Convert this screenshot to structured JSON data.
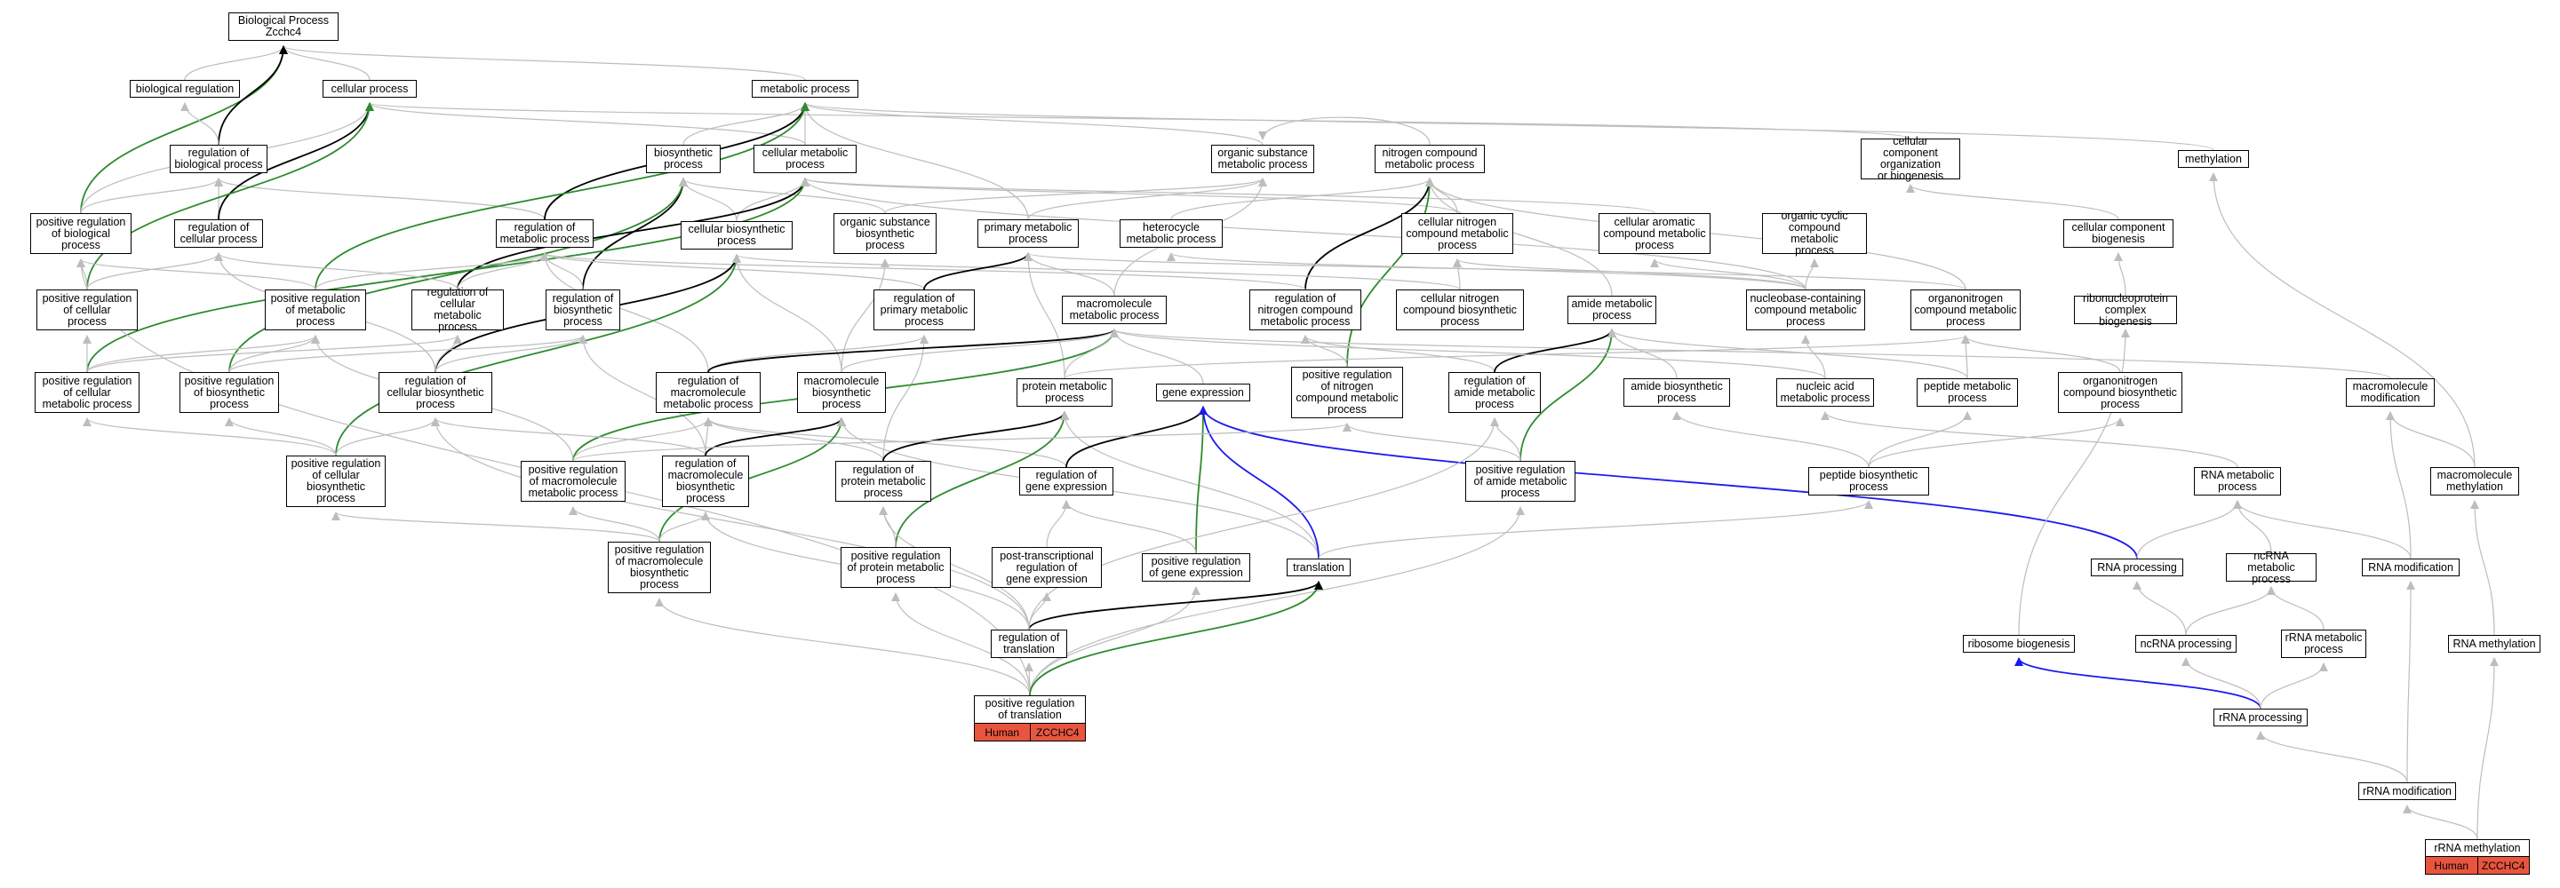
{
  "nodes": [
    {
      "id": "bp",
      "label": "Biological Process\nZcchc4"
    },
    {
      "id": "bioreg",
      "label": "biological regulation"
    },
    {
      "id": "cellproc",
      "label": "cellular process"
    },
    {
      "id": "metproc",
      "label": "metabolic process"
    },
    {
      "id": "regbio",
      "label": "regulation of\nbiological process"
    },
    {
      "id": "biosyn",
      "label": "biosynthetic\nprocess"
    },
    {
      "id": "cellmet",
      "label": "cellular metabolic\nprocess"
    },
    {
      "id": "orgsubmet",
      "label": "organic substance\nmetabolic process"
    },
    {
      "id": "nitromet",
      "label": "nitrogen compound\nmetabolic process"
    },
    {
      "id": "ccorg",
      "label": "cellular component\norganization\nor biogenesis"
    },
    {
      "id": "methyl",
      "label": "methylation"
    },
    {
      "id": "posregbio",
      "label": "positive regulation\nof biological\nprocess"
    },
    {
      "id": "regcell",
      "label": "regulation of\ncellular process"
    },
    {
      "id": "regmet",
      "label": "regulation of\nmetabolic process"
    },
    {
      "id": "cellbiosyn",
      "label": "cellular biosynthetic\nprocess"
    },
    {
      "id": "orgsubbiosyn",
      "label": "organic substance\nbiosynthetic\nprocess"
    },
    {
      "id": "primmet",
      "label": "primary metabolic\nprocess"
    },
    {
      "id": "hetmet",
      "label": "heterocycle\nmetabolic process"
    },
    {
      "id": "cellnitro",
      "label": "cellular nitrogen\ncompound metabolic\nprocess"
    },
    {
      "id": "cellarom",
      "label": "cellular aromatic\ncompound metabolic\nprocess"
    },
    {
      "id": "orgcyc",
      "label": "organic cyclic\ncompound metabolic\nprocess"
    },
    {
      "id": "ccbiog",
      "label": "cellular component\nbiogenesis"
    },
    {
      "id": "posregcell",
      "label": "positive regulation\nof cellular\nprocess"
    },
    {
      "id": "posregmet",
      "label": "positive regulation\nof metabolic\nprocess"
    },
    {
      "id": "regcellmet",
      "label": "regulation of\ncellular metabolic\nprocess"
    },
    {
      "id": "regbiosyn",
      "label": "regulation of\nbiosynthetic\nprocess"
    },
    {
      "id": "regprimmet",
      "label": "regulation of\nprimary metabolic\nprocess"
    },
    {
      "id": "macromet",
      "label": "macromolecule\nmetabolic process"
    },
    {
      "id": "regnitro",
      "label": "regulation of\nnitrogen compound\nmetabolic process"
    },
    {
      "id": "cellnitrobio",
      "label": "cellular nitrogen\ncompound biosynthetic\nprocess"
    },
    {
      "id": "amidemet",
      "label": "amide metabolic\nprocess"
    },
    {
      "id": "nucleob",
      "label": "nucleobase-containing\ncompound metabolic\nprocess"
    },
    {
      "id": "organitro",
      "label": "organonitrogen\ncompound metabolic\nprocess"
    },
    {
      "id": "ribonuc",
      "label": "ribonucleoprotein\ncomplex biogenesis"
    },
    {
      "id": "posregcellmet",
      "label": "positive regulation\nof cellular\nmetabolic process"
    },
    {
      "id": "posregbiosyn",
      "label": "positive regulation\nof biosynthetic\nprocess"
    },
    {
      "id": "regcellbiosyn",
      "label": "regulation of\ncellular biosynthetic\nprocess"
    },
    {
      "id": "regmacromet",
      "label": "regulation of\nmacromolecule\nmetabolic process"
    },
    {
      "id": "macrobiosyn",
      "label": "macromolecule\nbiosynthetic\nprocess"
    },
    {
      "id": "protmet",
      "label": "protein metabolic\nprocess"
    },
    {
      "id": "geneexp",
      "label": "gene expression"
    },
    {
      "id": "posregnitro",
      "label": "positive regulation\nof nitrogen\ncompound metabolic\nprocess"
    },
    {
      "id": "regamide",
      "label": "regulation of\namide metabolic\nprocess"
    },
    {
      "id": "amidebiosyn",
      "label": "amide biosynthetic\nprocess"
    },
    {
      "id": "nucacid",
      "label": "nucleic acid\nmetabolic process"
    },
    {
      "id": "peptmet",
      "label": "peptide metabolic\nprocess"
    },
    {
      "id": "organitrobio",
      "label": "organonitrogen\ncompound biosynthetic\nprocess"
    },
    {
      "id": "macromod",
      "label": "macromolecule\nmodification"
    },
    {
      "id": "posregcellbio",
      "label": "positive regulation\nof cellular\nbiosynthetic\nprocess"
    },
    {
      "id": "posregmacromet",
      "label": "positive regulation\nof macromolecule\nmetabolic process"
    },
    {
      "id": "regmacrobio",
      "label": "regulation of\nmacromolecule\nbiosynthetic\nprocess"
    },
    {
      "id": "regprotmet",
      "label": "regulation of\nprotein metabolic\nprocess"
    },
    {
      "id": "reggeneexp",
      "label": "regulation of\ngene expression"
    },
    {
      "id": "posregamide",
      "label": "positive regulation\nof amide metabolic\nprocess"
    },
    {
      "id": "peptbiosyn",
      "label": "peptide biosynthetic\nprocess"
    },
    {
      "id": "rnamet",
      "label": "RNA metabolic\nprocess"
    },
    {
      "id": "macromethyl",
      "label": "macromolecule\nmethylation"
    },
    {
      "id": "posregmacrobio",
      "label": "positive regulation\nof macromolecule\nbiosynthetic\nprocess"
    },
    {
      "id": "posregprotmet",
      "label": "positive regulation\nof protein metabolic\nprocess"
    },
    {
      "id": "posttrans",
      "label": "post-transcriptional\nregulation of\ngene expression"
    },
    {
      "id": "posreggeneexp",
      "label": "positive regulation\nof gene expression"
    },
    {
      "id": "translation",
      "label": "translation"
    },
    {
      "id": "rnaproc",
      "label": "RNA processing"
    },
    {
      "id": "ncrnamet",
      "label": "ncRNA metabolic\nprocess"
    },
    {
      "id": "rnamod",
      "label": "RNA modification"
    },
    {
      "id": "regtrans",
      "label": "regulation of\ntranslation"
    },
    {
      "id": "ribobiog",
      "label": "ribosome biogenesis"
    },
    {
      "id": "ncrnaproc",
      "label": "ncRNA processing"
    },
    {
      "id": "rrnamet",
      "label": "rRNA metabolic\nprocess"
    },
    {
      "id": "rnamethyl",
      "label": "RNA methylation"
    },
    {
      "id": "posregtrans",
      "label": "positive regulation\nof translation"
    },
    {
      "id": "rrnaproc",
      "label": "rRNA processing"
    },
    {
      "id": "rrnamod",
      "label": "rRNA modification"
    },
    {
      "id": "rrnamethyl",
      "label": "rRNA methylation"
    }
  ],
  "badges": [
    {
      "id": "badge-posregtrans",
      "for": "posregtrans",
      "species": "Human",
      "gene": "ZCCHC4"
    },
    {
      "id": "badge-rrnamethyl",
      "for": "rrnamethyl",
      "species": "Human",
      "gene": "ZCCHC4"
    }
  ],
  "edge_colors": {
    "gray": "#bdbdbd",
    "black": "#000000",
    "green": "#2e8b2e",
    "blue": "#1a1aee"
  },
  "badge_color": "#e8553f",
  "edges": [
    [
      "bioreg",
      "bp",
      "gray"
    ],
    [
      "cellproc",
      "bp",
      "gray"
    ],
    [
      "metproc",
      "bp",
      "gray"
    ],
    [
      "posregbio",
      "bp",
      "green"
    ],
    [
      "regbio",
      "bp",
      "black"
    ],
    [
      "regbio",
      "bioreg",
      "gray"
    ],
    [
      "posregbio",
      "regbio",
      "gray"
    ],
    [
      "regcell",
      "regbio",
      "gray"
    ],
    [
      "regmet",
      "regbio",
      "gray"
    ],
    [
      "regcell",
      "cellproc",
      "black"
    ],
    [
      "posregbio",
      "cellproc",
      "gray"
    ],
    [
      "cellmet",
      "cellproc",
      "gray"
    ],
    [
      "ccorg",
      "cellproc",
      "gray"
    ],
    [
      "posregcell",
      "cellproc",
      "green"
    ],
    [
      "biosyn",
      "metproc",
      "gray"
    ],
    [
      "cellmet",
      "metproc",
      "gray"
    ],
    [
      "orgsubmet",
      "metproc",
      "gray"
    ],
    [
      "primmet",
      "metproc",
      "gray"
    ],
    [
      "methyl",
      "metproc",
      "gray"
    ],
    [
      "regmet",
      "metproc",
      "black"
    ],
    [
      "posregmet",
      "metproc",
      "green"
    ],
    [
      "cellbiosyn",
      "biosyn",
      "gray"
    ],
    [
      "regbiosyn",
      "biosyn",
      "black"
    ],
    [
      "posregbiosyn",
      "biosyn",
      "green"
    ],
    [
      "orgsubbiosyn",
      "biosyn",
      "gray"
    ],
    [
      "cellbiosyn",
      "cellmet",
      "gray"
    ],
    [
      "cellnitro",
      "cellmet",
      "gray"
    ],
    [
      "cellarom",
      "cellmet",
      "gray"
    ],
    [
      "regcellmet",
      "cellmet",
      "black"
    ],
    [
      "posregcellmet",
      "cellmet",
      "green"
    ],
    [
      "nucleob",
      "cellmet",
      "gray"
    ],
    [
      "orgsubbiosyn",
      "orgsubmet",
      "gray"
    ],
    [
      "macromet",
      "orgsubmet",
      "gray"
    ],
    [
      "primmet",
      "orgsubmet",
      "gray"
    ],
    [
      "nitromet",
      "orgsubmet",
      "gray"
    ],
    [
      "cellnitro",
      "nitromet",
      "gray"
    ],
    [
      "regnitro",
      "nitromet",
      "black"
    ],
    [
      "posregnitro",
      "nitromet",
      "green"
    ],
    [
      "organitro",
      "nitromet",
      "gray"
    ],
    [
      "amidemet",
      "nitromet",
      "gray"
    ],
    [
      "hetmet",
      "nitromet",
      "gray"
    ],
    [
      "ccbiog",
      "ccorg",
      "gray"
    ],
    [
      "macromethyl",
      "methyl",
      "gray"
    ],
    [
      "posregcell",
      "posregbio",
      "gray"
    ],
    [
      "posregmet",
      "posregbio",
      "gray"
    ],
    [
      "posregcell",
      "regcell",
      "gray"
    ],
    [
      "regcellmet",
      "regcell",
      "gray"
    ],
    [
      "regcellbiosyn",
      "regcell",
      "gray"
    ],
    [
      "regcellmet",
      "regmet",
      "gray"
    ],
    [
      "regbiosyn",
      "regmet",
      "gray"
    ],
    [
      "regprimmet",
      "regmet",
      "gray"
    ],
    [
      "regmacromet",
      "regmet",
      "gray"
    ],
    [
      "regnitro",
      "regmet",
      "gray"
    ],
    [
      "posregmet",
      "regmet",
      "gray"
    ],
    [
      "regcellbiosyn",
      "cellbiosyn",
      "black"
    ],
    [
      "posregcellbio",
      "cellbiosyn",
      "green"
    ],
    [
      "cellnitrobio",
      "cellbiosyn",
      "gray"
    ],
    [
      "macrobiosyn",
      "cellbiosyn",
      "gray"
    ],
    [
      "macrobiosyn",
      "orgsubbiosyn",
      "gray"
    ],
    [
      "regprimmet",
      "primmet",
      "black"
    ],
    [
      "macromet",
      "primmet",
      "gray"
    ],
    [
      "protmet",
      "primmet",
      "gray"
    ],
    [
      "nucleob",
      "hetmet",
      "gray"
    ],
    [
      "organitro",
      "primmet",
      "gray"
    ],
    [
      "cellnitrobio",
      "cellnitro",
      "gray"
    ],
    [
      "nucleob",
      "cellnitro",
      "gray"
    ],
    [
      "nucleob",
      "cellarom",
      "gray"
    ],
    [
      "nucleob",
      "orgcyc",
      "gray"
    ],
    [
      "ribonuc",
      "ccbiog",
      "gray"
    ],
    [
      "posregcellmet",
      "posregcell",
      "gray"
    ],
    [
      "posregcellmet",
      "posregmet",
      "gray"
    ],
    [
      "posregbiosyn",
      "posregmet",
      "gray"
    ],
    [
      "posregmacromet",
      "posregmet",
      "gray"
    ],
    [
      "posregcellmet",
      "regcellmet",
      "gray"
    ],
    [
      "regcellbiosyn",
      "regcellmet",
      "gray"
    ],
    [
      "regcellbiosyn",
      "regbiosyn",
      "gray"
    ],
    [
      "posregbiosyn",
      "regbiosyn",
      "gray"
    ],
    [
      "regmacrobio",
      "regbiosyn",
      "gray"
    ],
    [
      "regmacromet",
      "regprimmet",
      "gray"
    ],
    [
      "regprotmet",
      "regprimmet",
      "gray"
    ],
    [
      "regmacromet",
      "macromet",
      "black"
    ],
    [
      "posregmacromet",
      "macromet",
      "green"
    ],
    [
      "protmet",
      "macromet",
      "gray"
    ],
    [
      "geneexp",
      "macromet",
      "gray"
    ],
    [
      "macrobiosyn",
      "macromet",
      "gray"
    ],
    [
      "nucacid",
      "macromet",
      "gray"
    ],
    [
      "macromod",
      "macromet",
      "gray"
    ],
    [
      "regamide",
      "regnitro",
      "gray"
    ],
    [
      "posregnitro",
      "regnitro",
      "gray"
    ],
    [
      "regamide",
      "amidemet",
      "black"
    ],
    [
      "posregamide",
      "amidemet",
      "green"
    ],
    [
      "amidebiosyn",
      "amidemet",
      "gray"
    ],
    [
      "peptmet",
      "amidemet",
      "gray"
    ],
    [
      "nucacid",
      "nucleob",
      "gray"
    ],
    [
      "organitrobio",
      "organitro",
      "gray"
    ],
    [
      "peptmet",
      "organitro",
      "gray"
    ],
    [
      "protmet",
      "organitro",
      "gray"
    ],
    [
      "posregcellbio",
      "posregcellmet",
      "gray"
    ],
    [
      "posregcellbio",
      "posregbiosyn",
      "gray"
    ],
    [
      "posregcellbio",
      "regcellbiosyn",
      "gray"
    ],
    [
      "regmacrobio",
      "regcellbiosyn",
      "gray"
    ],
    [
      "posregmacromet",
      "regmacromet",
      "gray"
    ],
    [
      "regmacrobio",
      "regmacromet",
      "gray"
    ],
    [
      "regprotmet",
      "regmacromet",
      "gray"
    ],
    [
      "reggeneexp",
      "regmacromet",
      "gray"
    ],
    [
      "regmacrobio",
      "macrobiosyn",
      "black"
    ],
    [
      "posregmacrobio",
      "macrobiosyn",
      "green"
    ],
    [
      "translation",
      "macrobiosyn",
      "gray"
    ],
    [
      "regprotmet",
      "protmet",
      "black"
    ],
    [
      "posregprotmet",
      "protmet",
      "green"
    ],
    [
      "translation",
      "protmet",
      "gray"
    ],
    [
      "reggeneexp",
      "geneexp",
      "black"
    ],
    [
      "posreggeneexp",
      "geneexp",
      "green"
    ],
    [
      "translation",
      "geneexp",
      "blue"
    ],
    [
      "rnaproc",
      "geneexp",
      "blue"
    ],
    [
      "posregamide",
      "posregnitro",
      "gray"
    ],
    [
      "posregmacromet",
      "posregnitro",
      "gray"
    ],
    [
      "posregamide",
      "regamide",
      "gray"
    ],
    [
      "regtrans",
      "regamide",
      "gray"
    ],
    [
      "peptbiosyn",
      "amidebiosyn",
      "gray"
    ],
    [
      "peptbiosyn",
      "peptmet",
      "gray"
    ],
    [
      "peptbiosyn",
      "organitrobio",
      "gray"
    ],
    [
      "rnamet",
      "nucacid",
      "gray"
    ],
    [
      "macromethyl",
      "macromod",
      "gray"
    ],
    [
      "posregmacrobio",
      "posregcellbio",
      "gray"
    ],
    [
      "posregmacrobio",
      "posregmacromet",
      "gray"
    ],
    [
      "posregmacrobio",
      "regmacrobio",
      "gray"
    ],
    [
      "posregprotmet",
      "regprotmet",
      "gray"
    ],
    [
      "posreggeneexp",
      "reggeneexp",
      "gray"
    ],
    [
      "posttrans",
      "reggeneexp",
      "gray"
    ],
    [
      "regtrans",
      "regprotmet",
      "gray"
    ],
    [
      "translation",
      "peptbiosyn",
      "gray"
    ],
    [
      "rnaproc",
      "rnamet",
      "gray"
    ],
    [
      "ncrnamet",
      "rnamet",
      "gray"
    ],
    [
      "rnamod",
      "macromod",
      "gray"
    ],
    [
      "rnamod",
      "rnamet",
      "gray"
    ],
    [
      "rnamethyl",
      "macromethyl",
      "gray"
    ],
    [
      "posregtrans",
      "posregmacrobio",
      "gray"
    ],
    [
      "posregtrans",
      "posregprotmet",
      "gray"
    ],
    [
      "posregtrans",
      "posreggeneexp",
      "gray"
    ],
    [
      "posregtrans",
      "regtrans",
      "gray"
    ],
    [
      "posregtrans",
      "posregamide",
      "gray"
    ],
    [
      "posregtrans",
      "posregbio",
      "gray"
    ],
    [
      "posregtrans",
      "translation",
      "green"
    ],
    [
      "regtrans",
      "translation",
      "black"
    ],
    [
      "regtrans",
      "posttrans",
      "gray"
    ],
    [
      "regtrans",
      "regmacrobio",
      "gray"
    ],
    [
      "regtrans",
      "regcellbiosyn",
      "gray"
    ],
    [
      "ncrnaproc",
      "ncrnamet",
      "gray"
    ],
    [
      "ncrnaproc",
      "rnaproc",
      "gray"
    ],
    [
      "rrnamet",
      "ncrnamet",
      "gray"
    ],
    [
      "rrnaproc",
      "ribobiog",
      "blue"
    ],
    [
      "rrnaproc",
      "ncrnaproc",
      "gray"
    ],
    [
      "rrnaproc",
      "rrnamet",
      "gray"
    ],
    [
      "rrnamod",
      "rrnaproc",
      "gray"
    ],
    [
      "rrnamod",
      "rnamod",
      "gray"
    ],
    [
      "rrnamethyl",
      "rrnamod",
      "gray"
    ],
    [
      "rrnamethyl",
      "rnamethyl",
      "gray"
    ],
    [
      "ribobiog",
      "ribonuc",
      "gray"
    ]
  ]
}
